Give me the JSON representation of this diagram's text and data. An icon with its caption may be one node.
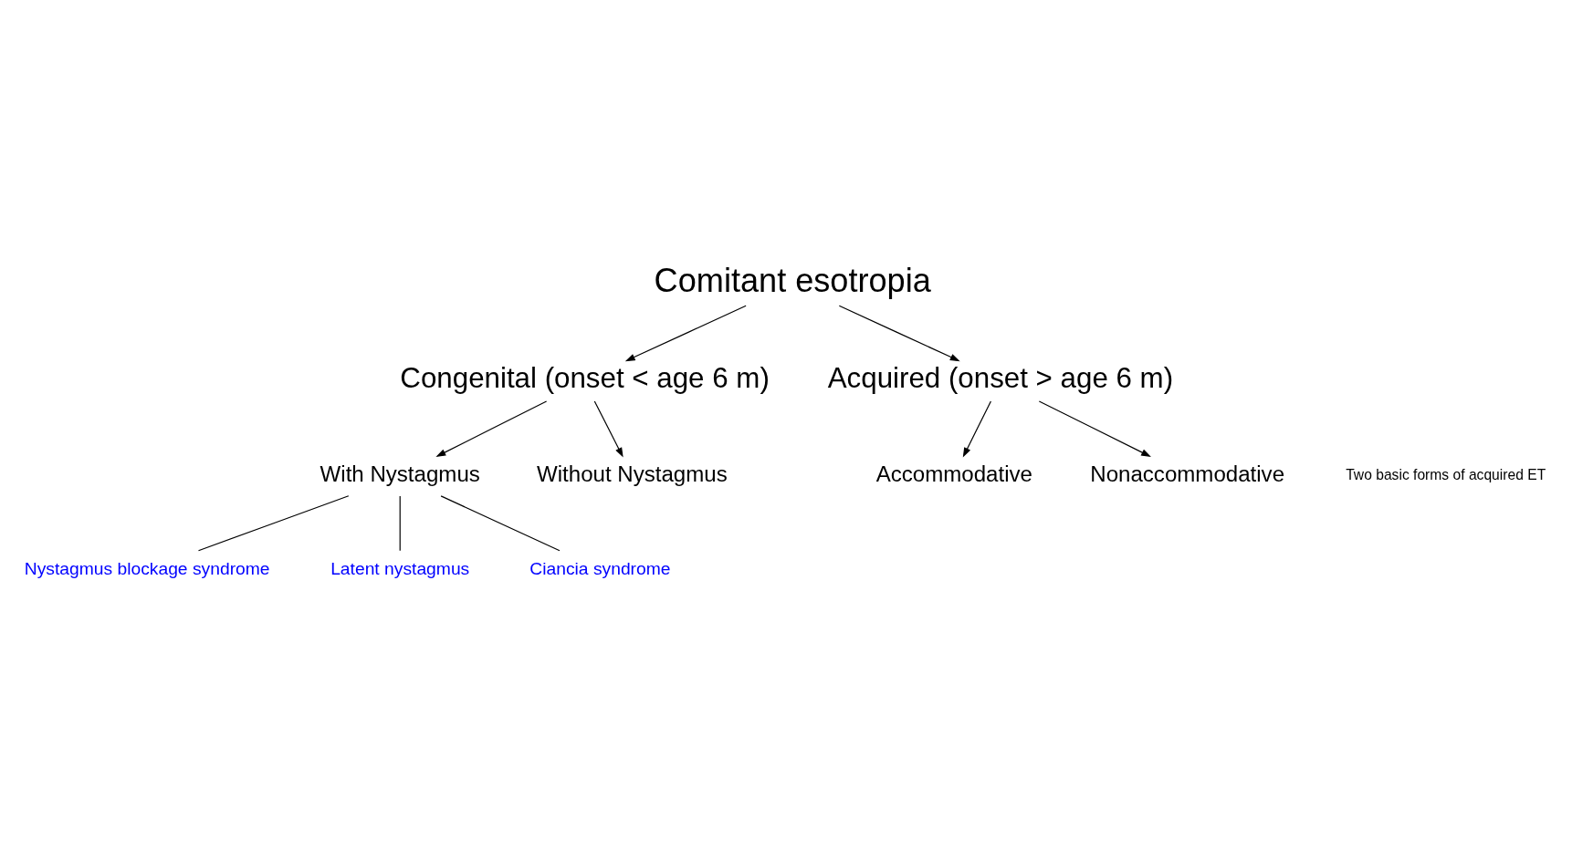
{
  "diagram": {
    "nodes": [
      {
        "text": [
          "Comitant esotropia"
        ]
      },
      {
        "text": [
          "Congenital (onset < age 6 m)"
        ]
      },
      {
        "text": [
          "Acquired (onset > age 6 m)"
        ]
      },
      {
        "text": [
          "With Nystagmus"
        ]
      },
      {
        "text": [
          "Without Nystagmus"
        ]
      },
      {
        "text": [
          "Accommodative"
        ]
      },
      {
        "text": [
          "Nonaccommodative"
        ]
      },
      {
        "text": [
          "Nystagmus blockage syndrome"
        ]
      },
      {
        "text": [
          "Latent nystagmus"
        ]
      },
      {
        "text": [
          "Ciancia syndrome"
        ]
      }
    ],
    "edges": [
      {
        "from": 0,
        "to": 1,
        "arrow": "to"
      },
      {
        "from": 0,
        "to": 2,
        "arrow": "to"
      },
      {
        "from": 1,
        "to": 3,
        "arrow": "to"
      },
      {
        "from": 1,
        "to": 4,
        "arrow": "to"
      },
      {
        "from": 2,
        "to": 5,
        "arrow": "to"
      },
      {
        "from": 2,
        "to": 6,
        "arrow": "to"
      },
      {
        "from": 3,
        "to": 7,
        "arrow": "none"
      },
      {
        "from": 3,
        "to": 8,
        "arrow": "none"
      },
      {
        "from": 3,
        "to": 9,
        "arrow": "none"
      }
    ],
    "labels": [
      "Two basic forms of acquired ET"
    ]
  }
}
